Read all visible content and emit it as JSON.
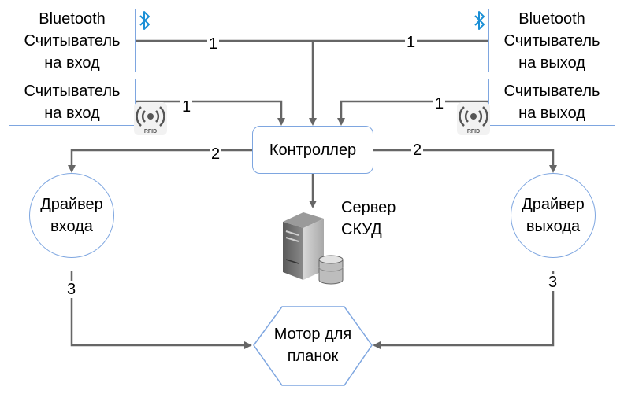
{
  "nodes": {
    "bt_reader_in": "Bluetooth\nСчитыватель\nна вход",
    "bt_reader_out": "Bluetooth\nСчитыватель\nна выход",
    "reader_in": "Считыватель\nна вход",
    "reader_out": "Считыватель\nна выход",
    "controller": "Контроллер",
    "driver_in": "Драйвер\nвхода",
    "driver_out": "Драйвер\nвыхода",
    "motor": "Мотор для\nпланок",
    "server": "Сервер\nСКУД"
  },
  "edge_labels": {
    "bt_in_to_controller": "1",
    "bt_out_to_controller": "1",
    "reader_in_to_controller": "1",
    "reader_out_to_controller": "1",
    "controller_to_driver_in": "2",
    "controller_to_driver_out": "2",
    "driver_in_to_motor": "3",
    "driver_out_to_motor": "3"
  },
  "icons": {
    "bluetooth": "bluetooth-icon",
    "rfid": "rfid-icon",
    "rfid_text": "RFID",
    "server": "server-icon"
  },
  "colors": {
    "border": "#7ea6e0",
    "wire": "#666666",
    "bluetooth": "#1a8fd6"
  }
}
